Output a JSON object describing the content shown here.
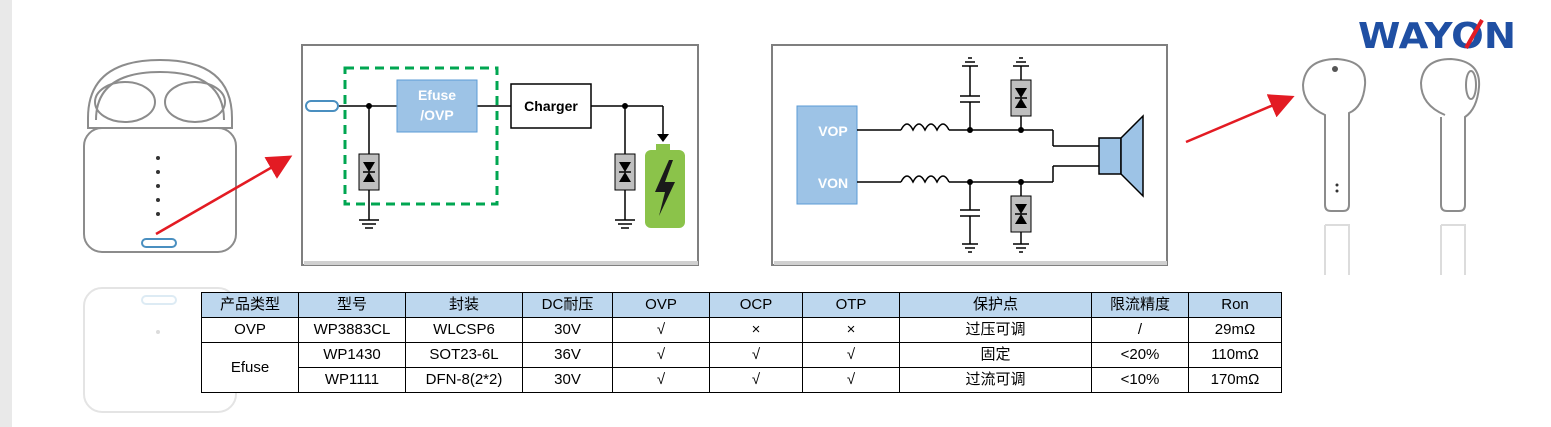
{
  "brand": {
    "logo_text": "WAYON"
  },
  "circuit1": {
    "efuse_label_line1": "Efuse",
    "efuse_label_line2": "/OVP",
    "charger_label": "Charger"
  },
  "circuit2": {
    "vop_label": "VOP",
    "von_label": "VON"
  },
  "colors": {
    "block_blue": "#9dc3e6",
    "header_blue": "#bdd7ee",
    "dash_green": "#00a651",
    "battery_green": "#8bc34a",
    "arrow_red": "#e31b23",
    "logo_blue": "#1f4fa3"
  },
  "table": {
    "headers": [
      "产品类型",
      "型号",
      "封装",
      "DC耐压",
      "OVP",
      "OCP",
      "OTP",
      "保护点",
      "限流精度",
      "Ron"
    ],
    "rows": [
      {
        "type": "OVP",
        "model": "WP3883CL",
        "package": "WLCSP6",
        "dc": "30V",
        "ovp": "√",
        "ocp": "×",
        "otp": "×",
        "protect": "过压可调",
        "accuracy": "/",
        "ron": "29mΩ"
      },
      {
        "type": "Efuse",
        "model": "WP1430",
        "package": "SOT23-6L",
        "dc": "36V",
        "ovp": "√",
        "ocp": "√",
        "otp": "√",
        "protect": "固定",
        "accuracy": "<20%",
        "ron": "110mΩ"
      },
      {
        "type": "",
        "model": "WP1111",
        "package": "DFN-8(2*2)",
        "dc": "30V",
        "ovp": "√",
        "ocp": "√",
        "otp": "√",
        "protect": "过流可调",
        "accuracy": "<10%",
        "ron": "170mΩ"
      }
    ]
  }
}
